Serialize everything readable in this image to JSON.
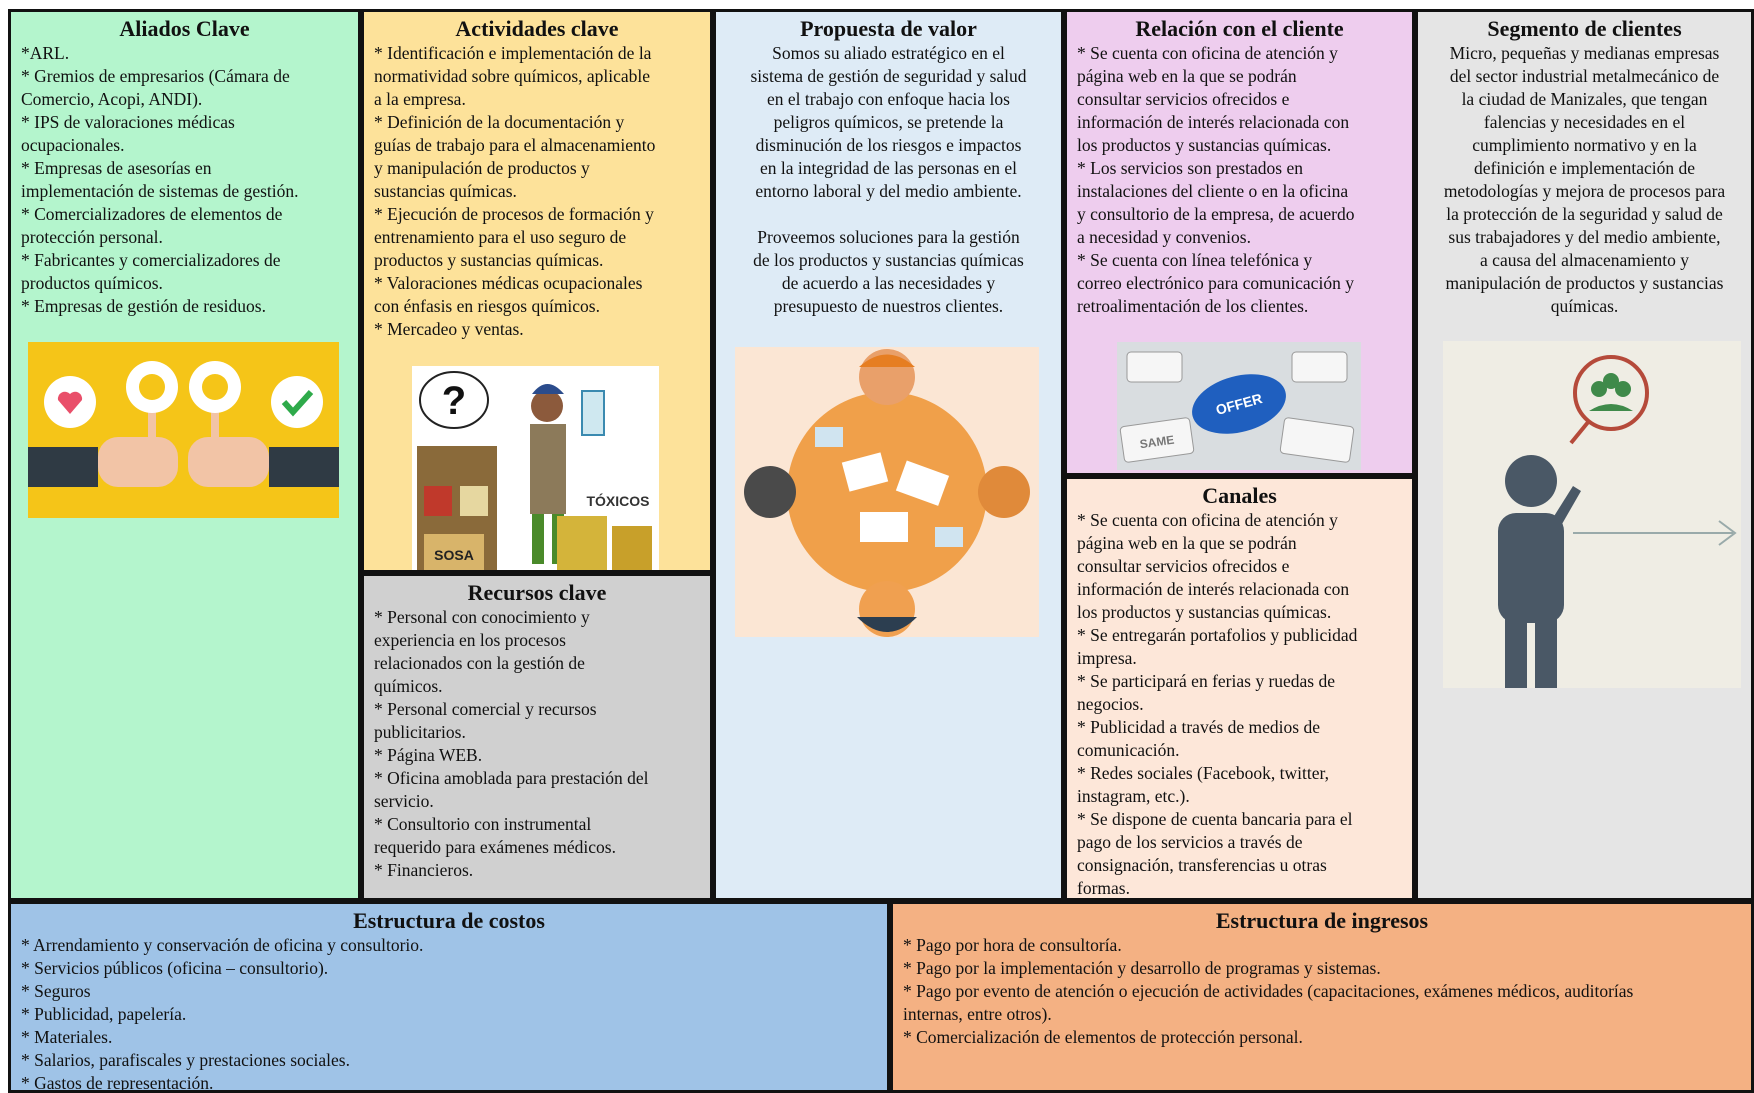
{
  "aliados": {
    "title": "Aliados Clave",
    "lines": [
      "*ARL.",
      "* Gremios de empresarios (Cámara de",
      "Comercio, Acopi, ANDI).",
      "* IPS de valoraciones médicas",
      "ocupacionales.",
      "* Empresas de asesorías en",
      "implementación de sistemas de gestión.",
      "* Comercializadores de elementos de",
      "protección personal.",
      "* Fabricantes y comercializadores de",
      "productos químicos.",
      "* Empresas de gestión de residuos."
    ]
  },
  "actividades": {
    "title": "Actividades clave",
    "lines": [
      "* Identificación e implementación de la",
      "normatividad sobre químicos, aplicable",
      "a la empresa.",
      "* Definición de la documentación y",
      "guías de trabajo para el almacenamiento",
      "y manipulación de productos y",
      "sustancias químicas.",
      "* Ejecución de procesos de formación y",
      "entrenamiento para el uso seguro de",
      "productos y sustancias químicas.",
      "* Valoraciones médicas ocupacionales",
      "con énfasis en riesgos químicos.",
      "* Mercadeo y ventas."
    ],
    "image_labels": {
      "question": "?",
      "toxic": "TÓXICOS",
      "sosa": "SOSA"
    }
  },
  "recursos": {
    "title": "Recursos clave",
    "lines": [
      "* Personal con conocimiento y",
      "experiencia en los procesos",
      "relacionados con la gestión de",
      "químicos.",
      "* Personal comercial y recursos",
      "publicitarios.",
      "* Página WEB.",
      "* Oficina amoblada para prestación del",
      "servicio.",
      "* Consultorio con instrumental",
      "requerido para exámenes médicos.",
      "* Financieros."
    ]
  },
  "propuesta": {
    "title": "Propuesta de valor",
    "para1": [
      "Somos su aliado estratégico en el",
      "sistema de gestión de seguridad y salud",
      "en el trabajo con enfoque hacia los",
      "peligros químicos, se pretende la",
      "disminución de los riesgos e impactos",
      "en la integridad de las personas en el",
      "entorno laboral y del medio ambiente."
    ],
    "para2": [
      "Proveemos soluciones para la gestión",
      "de los productos y sustancias químicas",
      "de acuerdo a las necesidades y",
      "presupuesto de nuestros clientes."
    ]
  },
  "relacion": {
    "title": "Relación con el cliente",
    "lines": [
      "* Se cuenta con oficina de atención y",
      "página web en la que se podrán",
      "consultar servicios ofrecidos e",
      "información de interés relacionada con",
      "los productos y sustancias químicas.",
      "* Los servicios son prestados en",
      "instalaciones del cliente o en la oficina",
      "y consultorio de la empresa, de acuerdo",
      "a necesidad y convenios.",
      "* Se cuenta con línea telefónica y",
      "correo electrónico para comunicación y",
      "retroalimentación de los clientes."
    ],
    "image_labels": {
      "key": "OFFER",
      "same": "SAME"
    }
  },
  "canales": {
    "title": "Canales",
    "lines": [
      "* Se cuenta con oficina de atención y",
      "página web en la que se podrán",
      "consultar servicios ofrecidos e",
      "información de interés relacionada con",
      "los productos y sustancias químicas.",
      "* Se entregarán portafolios y publicidad",
      "impresa.",
      "* Se participará en ferias y ruedas de",
      "negocios.",
      "* Publicidad a través de medios de",
      "comunicación.",
      "* Redes sociales (Facebook, twitter,",
      "instagram, etc.).",
      "* Se dispone de cuenta bancaria para el",
      "pago de los servicios a través de",
      "consignación, transferencias u otras",
      "formas."
    ]
  },
  "segmento": {
    "title": "Segmento de clientes",
    "lines": [
      "Micro, pequeñas y medianas empresas",
      "del sector industrial metalmecánico de",
      "la ciudad de Manizales, que tengan",
      "falencias y necesidades en el",
      "cumplimiento normativo y en la",
      "definición e implementación de",
      "metodologías y mejora de procesos para",
      "la protección de la seguridad y salud de",
      "sus trabajadores y del medio ambiente,",
      "a causa del almacenamiento y",
      "manipulación de productos y sustancias",
      "químicas."
    ]
  },
  "costos": {
    "title": "Estructura de costos",
    "lines": [
      "* Arrendamiento y conservación de oficina y consultorio.",
      "* Servicios públicos (oficina – consultorio).",
      "* Seguros",
      "* Publicidad, papelería.",
      "* Materiales.",
      "* Salarios, parafiscales y prestaciones sociales.",
      "* Gastos de representación."
    ]
  },
  "ingresos": {
    "title": "Estructura de ingresos",
    "lines": [
      "* Pago por hora de consultoría.",
      "* Pago por la implementación y desarrollo de programas y sistemas.",
      "* Pago por evento de atención o ejecución de actividades (capacitaciones, exámenes médicos, auditorías",
      "internas, entre otros).",
      "* Comercialización de elementos de protección personal."
    ]
  },
  "colors": {
    "aliados": "#b4f5cd",
    "actividades": "#fde29a",
    "recursos": "#d0d0d0",
    "propuesta": "#deebf6",
    "relacion": "#eecdee",
    "canales": "#fde7d9",
    "segmento": "#e5e5e5",
    "costos": "#9fc3e7",
    "ingresos": "#f4b183"
  }
}
